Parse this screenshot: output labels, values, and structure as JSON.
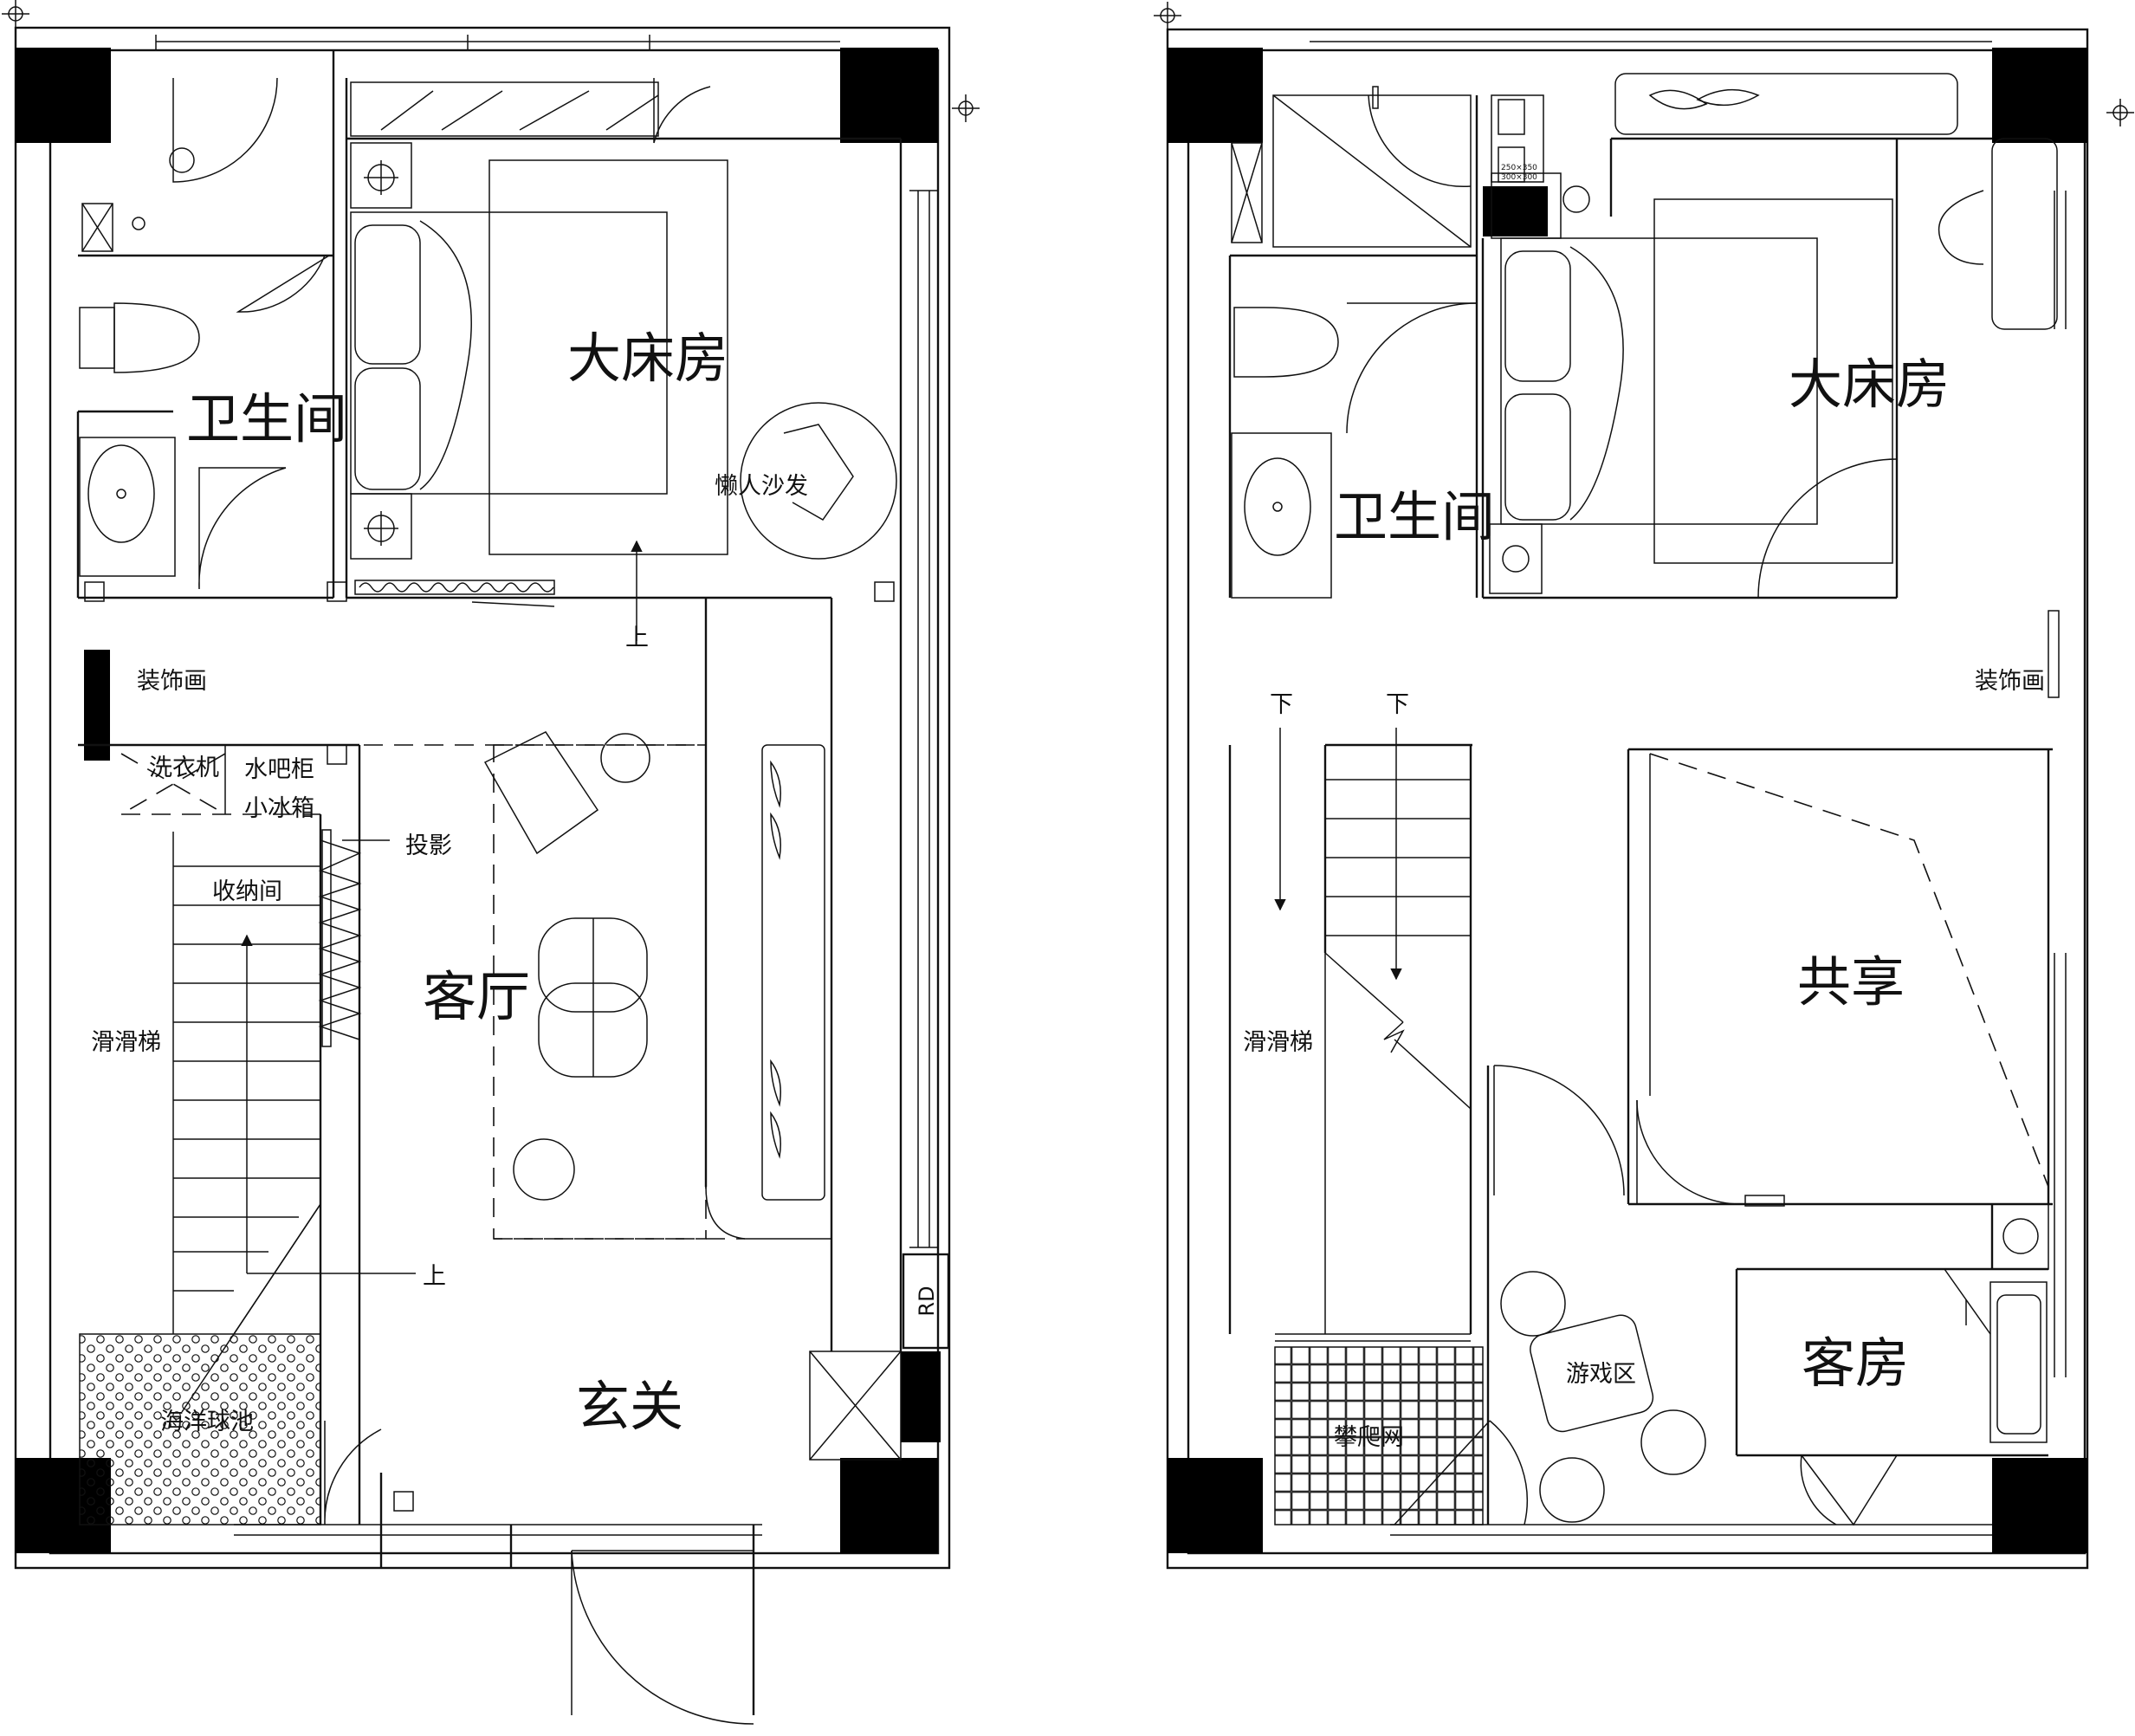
{
  "colors": {
    "line": "#111111",
    "column": "#000000",
    "background": "#ffffff"
  },
  "left_plan": {
    "rooms": {
      "master_bedroom": "大床房",
      "bathroom": "卫生间",
      "living_room": "客厅",
      "entrance": "玄关"
    },
    "labels": {
      "lazy_sofa": "懒人沙发",
      "decorative_painting": "装饰画",
      "washing_machine": "洗衣机",
      "bar_cabinet": "水吧柜",
      "mini_fridge": "小冰箱",
      "projector": "投影",
      "storage_room": "收纳间",
      "slide": "滑滑梯",
      "ball_pit": "海洋球池",
      "stair_up_1": "上",
      "stair_up_2": "上",
      "rd": "RD"
    }
  },
  "right_plan": {
    "rooms": {
      "master_bedroom": "大床房",
      "bathroom": "卫生间",
      "shared": "共享",
      "guest_room": "客房"
    },
    "labels": {
      "decorative_painting": "装饰画",
      "slide": "滑滑梯",
      "play_area": "游戏区",
      "climbing_net": "攀爬网",
      "stair_down_1": "下",
      "stair_down_2": "下",
      "appliance_1": "250×350",
      "appliance_2": "300×300"
    }
  }
}
